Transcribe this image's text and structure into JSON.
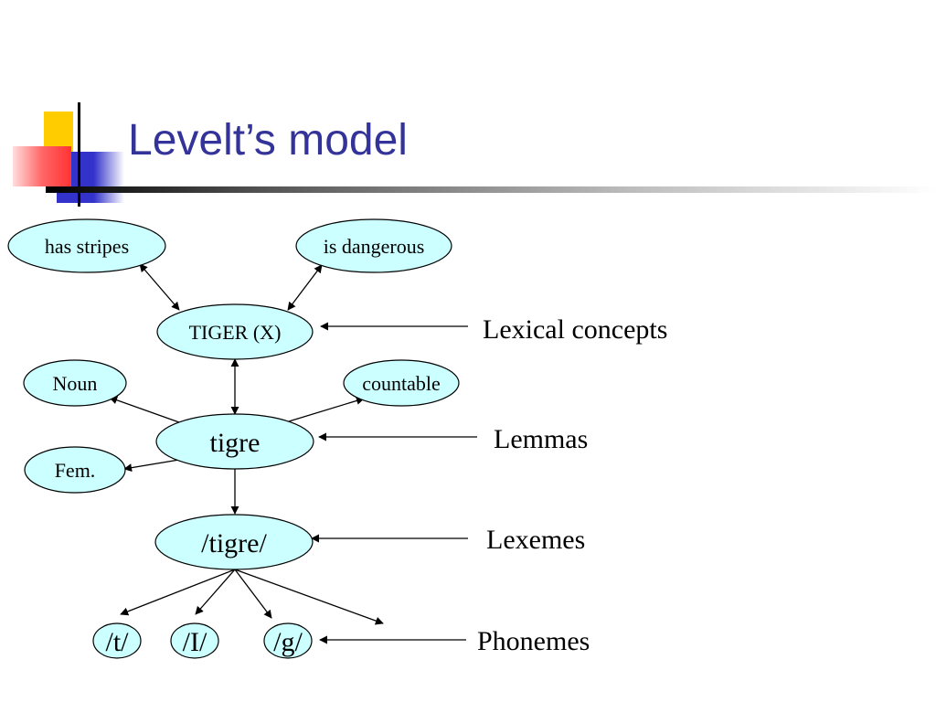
{
  "colors": {
    "title": "#333399",
    "node_fill": "#ccffff",
    "node_stroke": "#000000",
    "arrow": "#000000",
    "deco_yellow": "#ffcc00",
    "deco_blue": "#3333cc",
    "deco_red": "#ff3333",
    "deco_bar": "#000000"
  },
  "slide": {
    "title": "Levelt’s model"
  },
  "nodes": {
    "has_stripes": "has stripes",
    "is_dangerous": "is dangerous",
    "tiger": "TIGER (X)",
    "noun": "Noun",
    "countable": "countable",
    "tigre": "tigre",
    "fem": "Fem.",
    "tigre_lexeme": "/tigre/",
    "t": "/t/",
    "i": "/I/",
    "g": "/g/"
  },
  "levels": {
    "lexical_concepts": "Lexical concepts",
    "lemmas": "Lemmas",
    "lexemes": "Lexemes",
    "phonemes": "Phonemes"
  }
}
